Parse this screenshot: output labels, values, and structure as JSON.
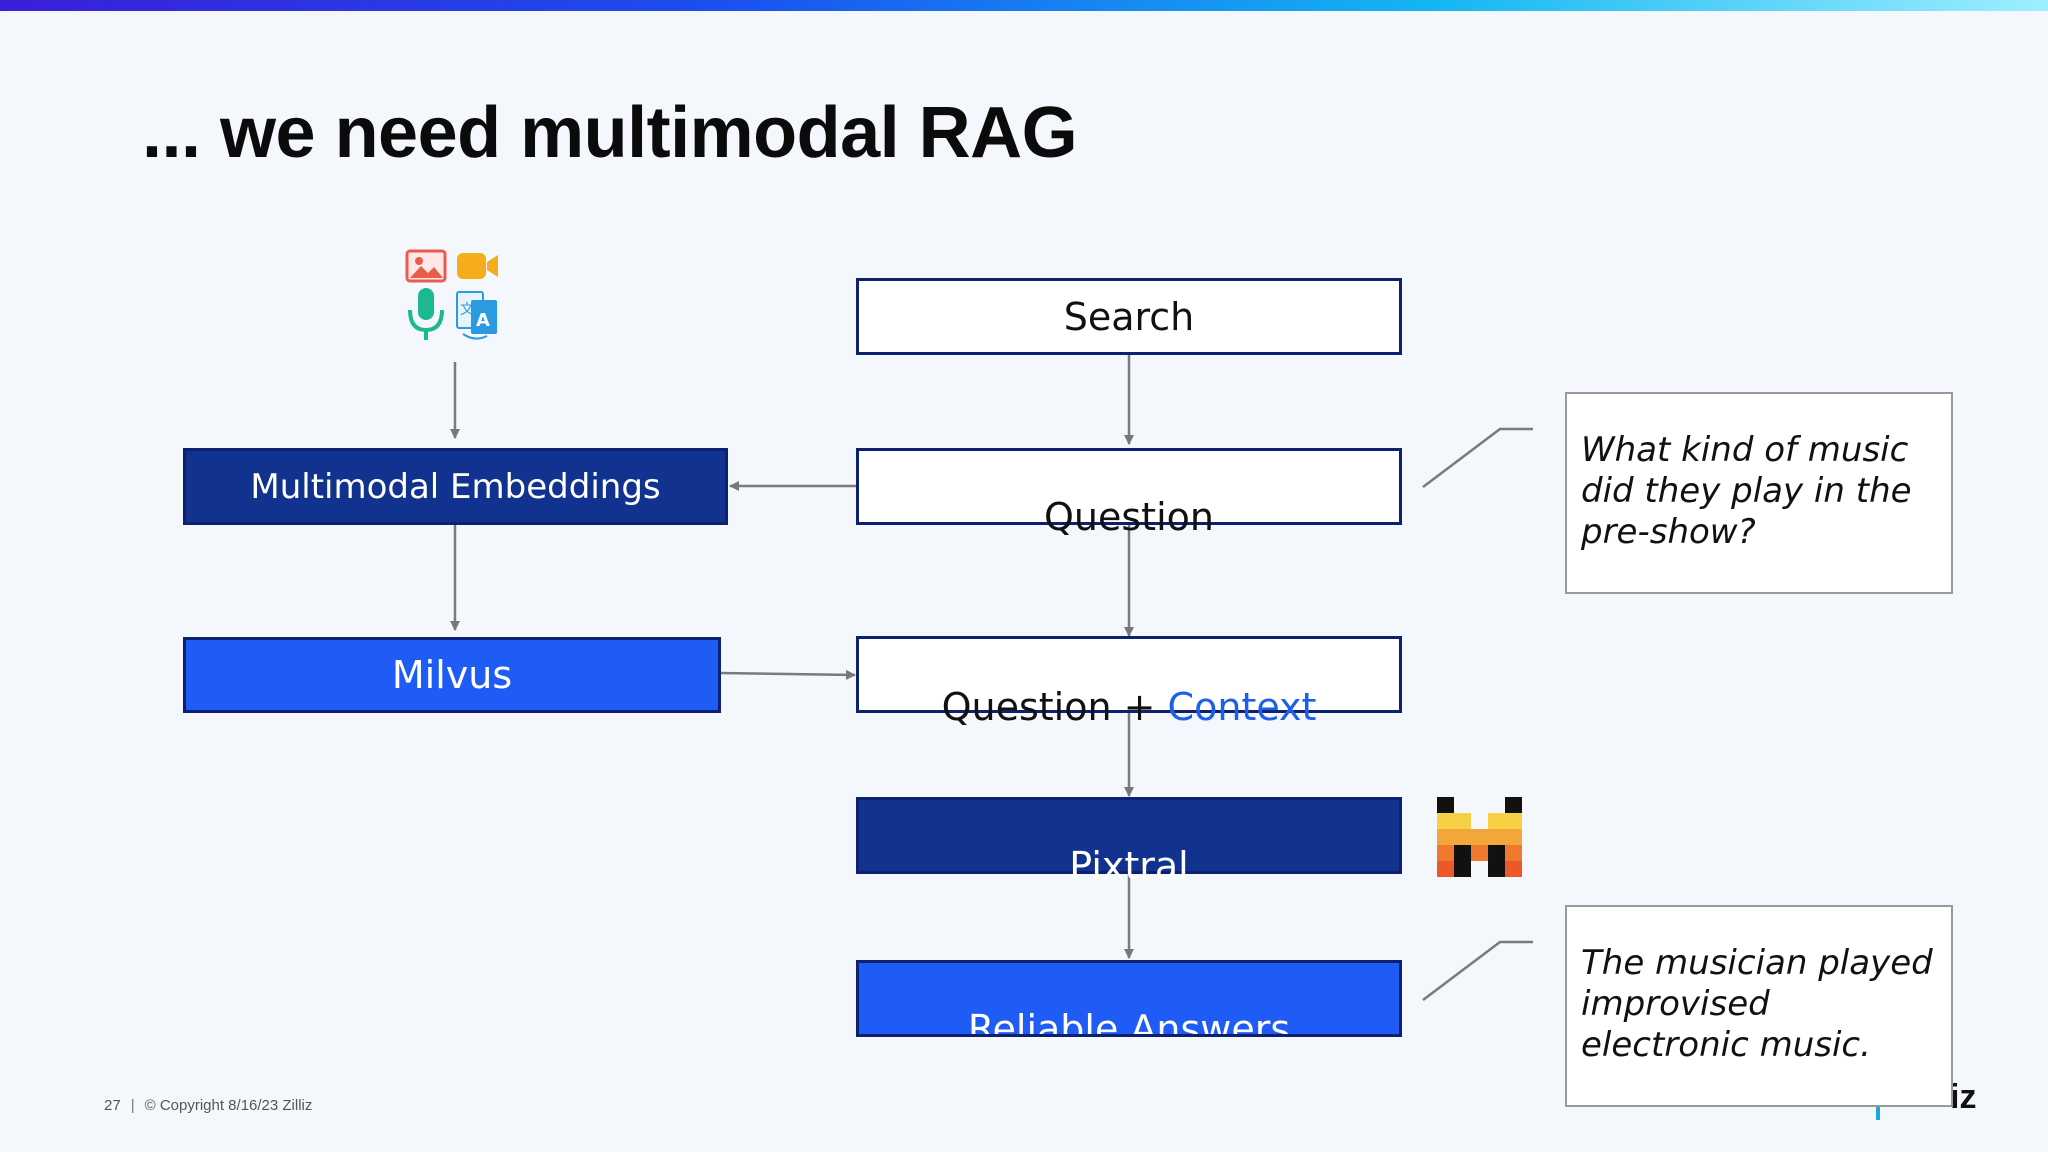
{
  "slide": {
    "title": "... we need multimodal RAG"
  },
  "diagram": {
    "search_label": "Search",
    "question_label": "Question",
    "question_context_label": "Question + ",
    "context_label": "Context",
    "pixtral_label": "Pixtral",
    "answers_label": "Reliable Answers",
    "embeddings_label": "Multimodal Embeddings",
    "milvus_label": "Milvus"
  },
  "callouts": {
    "question_example": "What kind of music did they play in the pre-show?",
    "answer_example": "The musician played improvised electronic music."
  },
  "icons": [
    "image-icon",
    "video-camera-icon",
    "microphone-icon",
    "translate-icon",
    "mistral-logo-icon",
    "zilliz-logo-icon"
  ],
  "colors": {
    "dark_box": "#11328f",
    "blue_box": "#1f5bf5",
    "box_border": "#0d2170",
    "context_text": "#1c5fe8"
  },
  "footer": {
    "page_number": "27",
    "copyright": "© Copyright  8/16/23  Zilliz",
    "brand_partial": "iz"
  }
}
